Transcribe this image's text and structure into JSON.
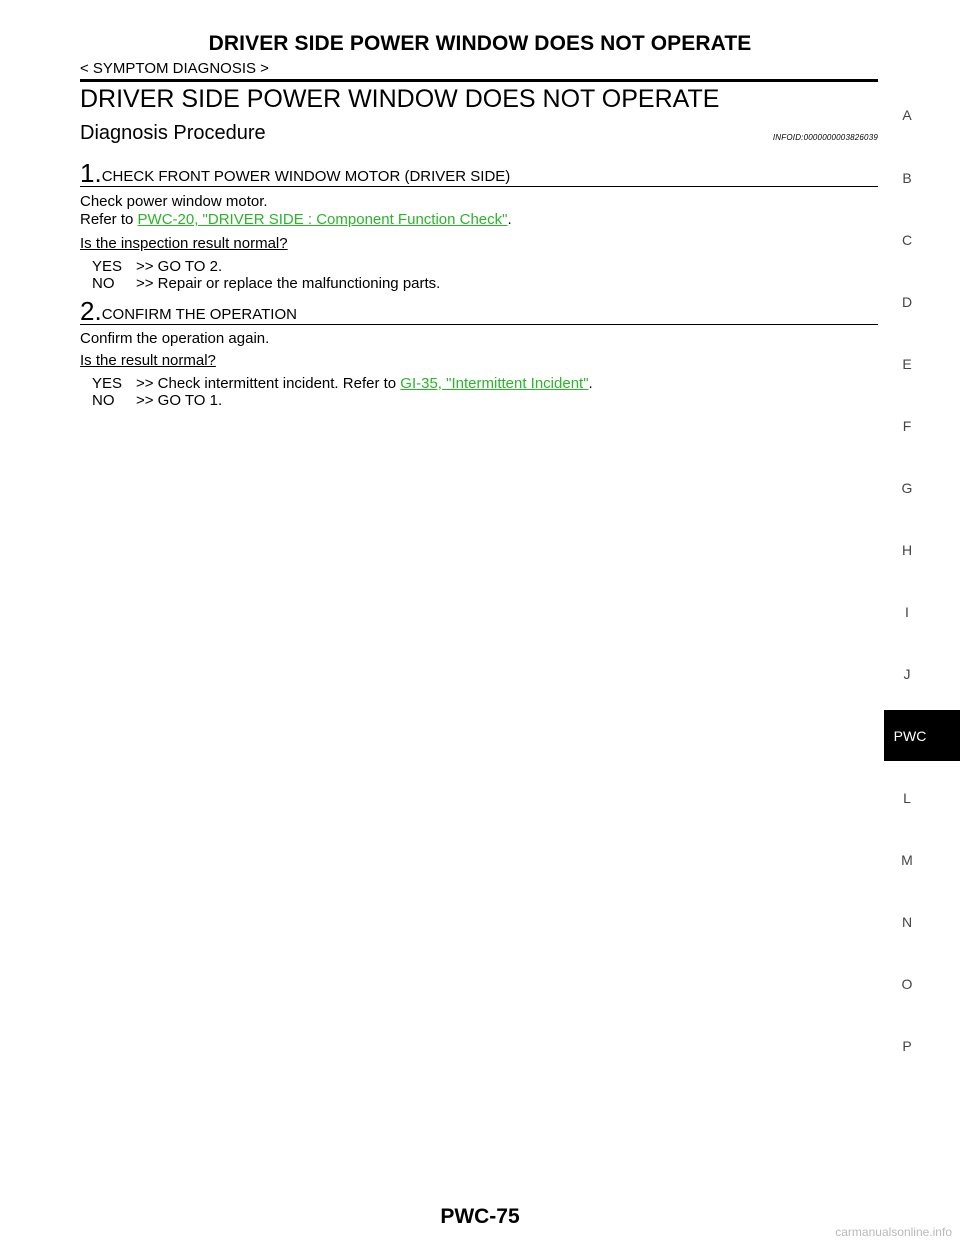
{
  "header": {
    "title": "DRIVER SIDE POWER WINDOW DOES NOT OPERATE",
    "subtitle": "< SYMPTOM DIAGNOSIS >"
  },
  "section_title": "DRIVER SIDE POWER WINDOW DOES NOT OPERATE",
  "procedure": {
    "title": "Diagnosis Procedure",
    "infoid": "INFOID:0000000003826039"
  },
  "step1": {
    "number": "1.",
    "title": "CHECK FRONT POWER WINDOW MOTOR (DRIVER SIDE)",
    "line1": "Check power window motor.",
    "refer_prefix": "Refer to ",
    "refer_link": "PWC-20, \"DRIVER SIDE : Component Function Check\"",
    "refer_suffix": ".",
    "question": "Is the inspection result normal?",
    "yes_label": "YES",
    "yes_text": ">> GO TO 2.",
    "no_label": "NO",
    "no_text": ">> Repair or replace the malfunctioning parts."
  },
  "step2": {
    "number": "2.",
    "title": "CONFIRM THE OPERATION",
    "line1": "Confirm the operation again.",
    "question": "Is the result normal?",
    "yes_label": "YES",
    "yes_text": ">> Check intermittent incident. Refer to ",
    "yes_link": "GI-35, \"Intermittent Incident\"",
    "yes_suffix": ".",
    "no_label": "NO",
    "no_text": ">> GO TO 1."
  },
  "side_tabs": [
    "A",
    "B",
    "C",
    "D",
    "E",
    "F",
    "G",
    "H",
    "I",
    "J",
    "PWC",
    "L",
    "M",
    "N",
    "O",
    "P"
  ],
  "active_tab": "PWC",
  "footer": "PWC-75",
  "watermark": "carmanualsonline.info",
  "colors": {
    "link": "#2bb52b",
    "tab_active_bg": "#000000"
  }
}
